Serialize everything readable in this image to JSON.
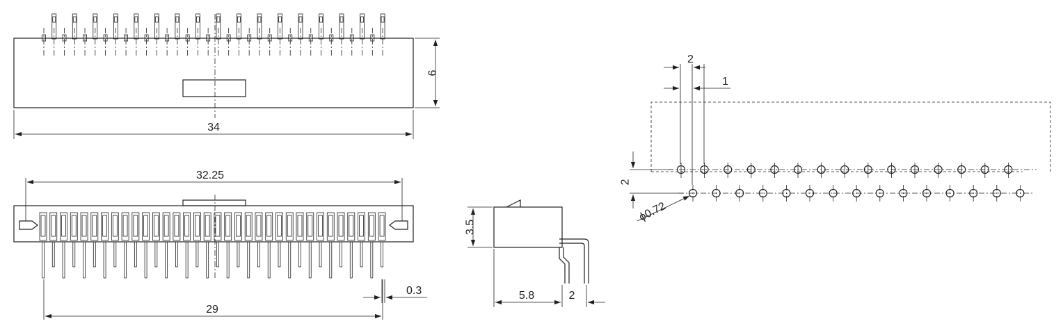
{
  "views": {
    "top": {
      "overall_width_label": "34",
      "height_label": "6",
      "pin_count": 34
    },
    "front": {
      "outer_pitch_span_label": "32.25",
      "pin_span_label": "29",
      "pin_thickness_label": "0.3",
      "pin_count": 34
    },
    "side": {
      "height_label": "3.5",
      "depth_label": "5.8",
      "pin_offset_label": "2"
    },
    "footprint": {
      "pitch_label": "2",
      "offset_label": "1",
      "row_spacing_label": "2",
      "hole_diameter_label": "ϕ0.72",
      "holes_per_row": 15
    }
  },
  "colors": {
    "line": "#231f20",
    "background": "#ffffff"
  }
}
